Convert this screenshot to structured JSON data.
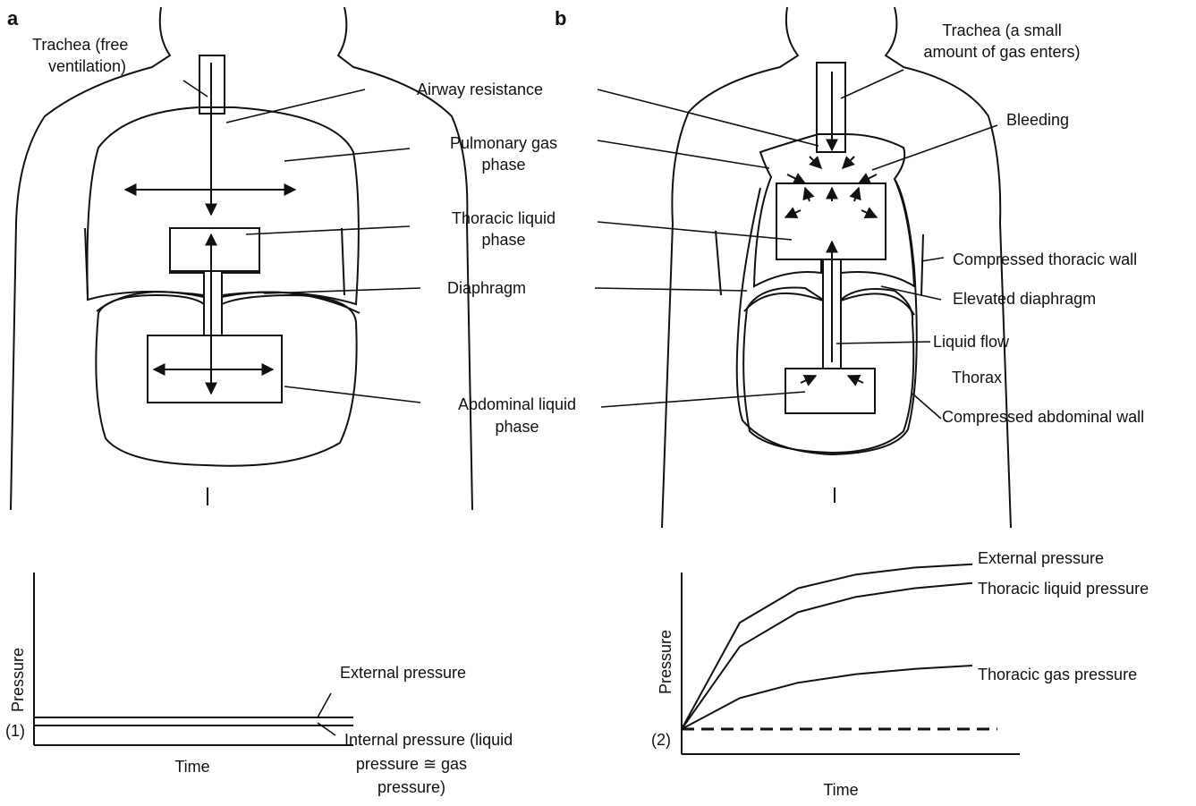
{
  "panels": {
    "a": {
      "label": "a",
      "trachea": [
        "Trachea (free",
        "ventilation)"
      ],
      "pulmonary_gas": [
        "Pulmonary gas",
        "phase"
      ],
      "thoracic_liquid": [
        "Thoracic liquid",
        "phase"
      ],
      "diaphragm": "Diaphragm",
      "abdominal_liquid": [
        "Abdominal liquid",
        "phase"
      ]
    },
    "b": {
      "label": "b",
      "trachea": [
        "Trachea (a small",
        "amount of gas enters)"
      ],
      "airway_resistance": "Airway resistance",
      "bleeding": "Bleeding",
      "compressed_thoracic_wall": "Compressed thoracic wall",
      "elevated_diaphragm": "Elevated diaphragm",
      "liquid_flow": "Liquid flow",
      "thorax": "Thorax",
      "compressed_abdominal_wall": "Compressed abdominal wall"
    }
  },
  "chart_data": [
    {
      "type": "line",
      "id": "(1)",
      "xlabel": "Time",
      "ylabel": "Pressure",
      "series": [
        {
          "name": "External pressure",
          "values": [
            1,
            1,
            1,
            1,
            1
          ]
        },
        {
          "name": "Internal pressure  (liquid pressure ≅ gas pressure)",
          "values": [
            0.97,
            0.97,
            0.97,
            0.97,
            0.97
          ]
        }
      ],
      "labels": {
        "external": "External pressure",
        "internal": [
          "Internal pressure  (liquid",
          "pressure ≅ gas",
          "pressure)"
        ]
      }
    },
    {
      "type": "line",
      "id": "(2)",
      "xlabel": "Time",
      "ylabel": "Pressure",
      "x": [
        0,
        0.2,
        0.4,
        0.6,
        0.8,
        1.0
      ],
      "series": [
        {
          "name": "External pressure",
          "values": [
            0,
            0.62,
            0.82,
            0.9,
            0.94,
            0.96
          ]
        },
        {
          "name": "Thoracic liquid pressure",
          "values": [
            0,
            0.48,
            0.68,
            0.77,
            0.82,
            0.85
          ]
        },
        {
          "name": "Thoracic gas pressure",
          "values": [
            0,
            0.18,
            0.27,
            0.32,
            0.35,
            0.37
          ]
        }
      ],
      "baseline": 0
    }
  ]
}
